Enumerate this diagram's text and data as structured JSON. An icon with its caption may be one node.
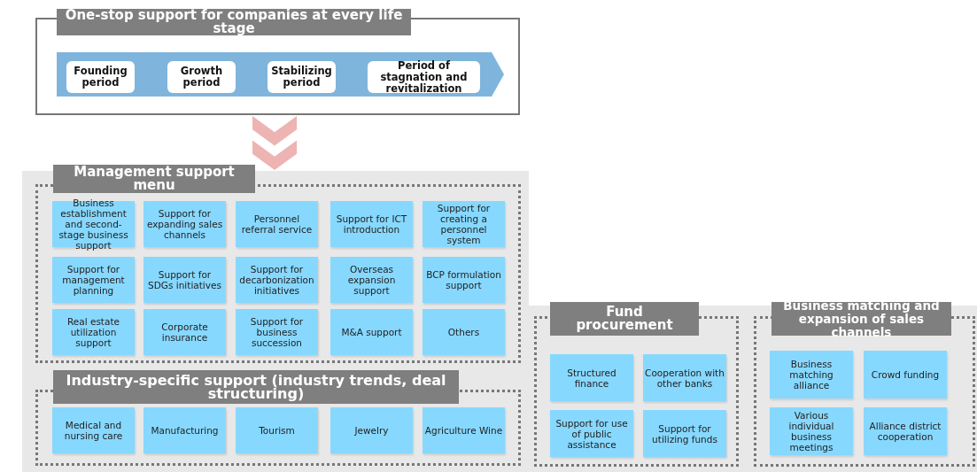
{
  "diagram": {
    "nodes": [
      {
        "text": [
          "One-stop support for companies at every life stage"
        ]
      },
      {
        "text": [],
        "shape": "arrow",
        "in": 0
      },
      {
        "text": [
          "Founding period"
        ],
        "in": 1
      },
      {
        "text": [
          "Growth period"
        ],
        "in": 1
      },
      {
        "text": [
          "Stabilizing period"
        ],
        "in": 1
      },
      {
        "text": [
          "Period of stagnation and revitalization"
        ],
        "in": 1
      },
      {
        "text": [],
        "shape": "box"
      },
      {
        "text": [
          "Management support menu"
        ],
        "in": 6
      },
      {
        "text": [
          "Business establishment and second-stage business support"
        ],
        "in": 7
      },
      {
        "text": [
          "Support for expanding sales channels"
        ],
        "in": 7
      },
      {
        "text": [
          "Personnel referral service"
        ],
        "in": 7
      },
      {
        "text": [
          "Support for ICT introduction"
        ],
        "in": 7
      },
      {
        "text": [
          "Support for creating a personnel system"
        ],
        "in": 7
      },
      {
        "text": [
          "Support for management planning"
        ],
        "in": 7
      },
      {
        "text": [
          "Support for SDGs initiatives"
        ],
        "in": 7
      },
      {
        "text": [
          "Support for decarbonization initiatives"
        ],
        "in": 7
      },
      {
        "text": [
          "Overseas expansion support"
        ],
        "in": 7
      },
      {
        "text": [
          "BCP formulation support"
        ],
        "in": 7
      },
      {
        "text": [
          "Real estate utilization support"
        ],
        "in": 7
      },
      {
        "text": [
          "Corporate insurance"
        ],
        "in": 7
      },
      {
        "text": [
          "Support for business succession"
        ],
        "in": 7
      },
      {
        "text": [
          "M&A support"
        ],
        "in": 7
      },
      {
        "text": [
          "Others"
        ],
        "in": 7
      },
      {
        "text": [
          "Industry-specific support (industry trends, deal structuring)"
        ],
        "in": 6
      },
      {
        "text": [
          "Medical and nursing care"
        ],
        "in": 23
      },
      {
        "text": [
          "Manufacturing"
        ],
        "in": 23
      },
      {
        "text": [
          "Tourism"
        ],
        "in": 23
      },
      {
        "text": [
          "Jewelry"
        ],
        "in": 23
      },
      {
        "text": [
          "Agriculture Wine"
        ],
        "in": 23
      },
      {
        "text": [
          "Fund procurement"
        ],
        "in": 6
      },
      {
        "text": [
          "Structured finance"
        ],
        "in": 29
      },
      {
        "text": [
          "Cooperation with other banks"
        ],
        "in": 29
      },
      {
        "text": [
          "Support for use of public assistance"
        ],
        "in": 29
      },
      {
        "text": [
          "Support for utilizing funds"
        ],
        "in": 29
      },
      {
        "text": [
          "Business matching and expansion of sales channels"
        ],
        "in": 6
      },
      {
        "text": [
          "Business matching alliance"
        ],
        "in": 34
      },
      {
        "text": [
          "Crowd funding"
        ],
        "in": 34
      },
      {
        "text": [
          "Various individual business meetings"
        ],
        "in": 34
      },
      {
        "text": [
          "Alliance district cooperation"
        ],
        "in": 34
      }
    ],
    "edges": [
      {
        "from": 0,
        "to": 6,
        "arrow": "to"
      }
    ]
  }
}
